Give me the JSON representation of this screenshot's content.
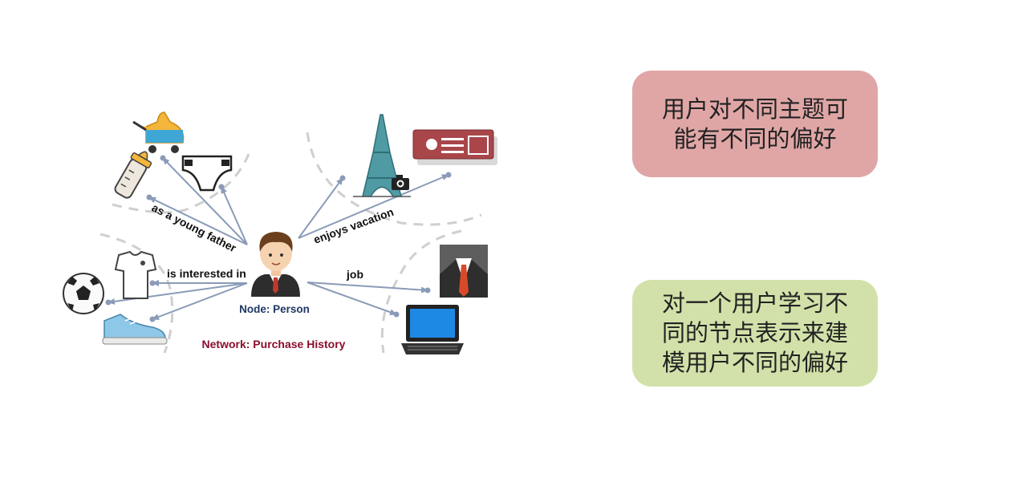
{
  "diagram": {
    "node_label": "Node: Person",
    "network_label": "Network: Purchase History",
    "edges": {
      "young_father": "as a young father",
      "interested_in": "is interested in",
      "vacation": "enjoys vacation",
      "job": "job"
    }
  },
  "callouts": {
    "top": "用户对不同主题可\n能有不同的偏好",
    "bottom": "对一个用户学习不\n同的节点表示来建\n模用户不同的偏好"
  },
  "colors": {
    "edge": "#8a9bb8",
    "callout_top_bg": "#e0a6a6",
    "callout_bottom_bg": "#d2e1a9",
    "network_label": "#8b0d2e",
    "node_label": "#1f3864"
  }
}
